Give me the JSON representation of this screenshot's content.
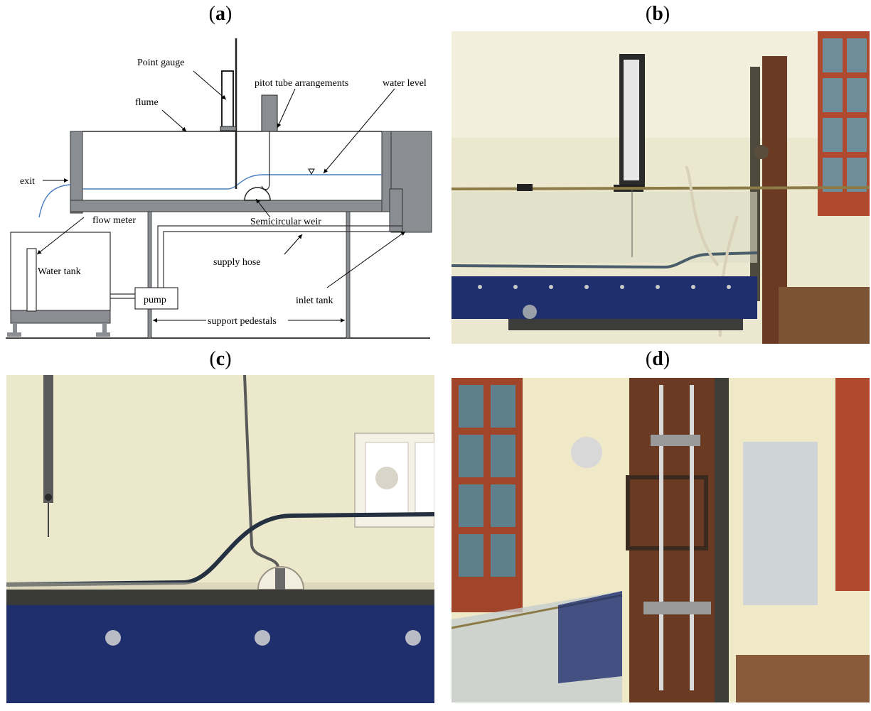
{
  "panels": {
    "a": {
      "label_open": "(",
      "label_letter": "a",
      "label_close": ")",
      "annotations": {
        "point_gauge": "Point gauge",
        "pitot_tube": "pitot tube arrangements",
        "water_level": "water level",
        "flume": "flume",
        "exit": "exit",
        "flow_meter": "flow meter",
        "water_tank": "Water tank",
        "semicircular_weir": "Semicircular weir",
        "supply_hose": "supply hose",
        "pump": "pump",
        "inlet_tank": "inlet tank",
        "support_pedestals": "support pedestals"
      }
    },
    "b": {
      "label_open": "(",
      "label_letter": "b",
      "label_close": ")"
    },
    "c": {
      "label_open": "(",
      "label_letter": "c",
      "label_close": ")"
    },
    "d": {
      "label_open": "(",
      "label_letter": "d",
      "label_close": ")"
    }
  },
  "colors": {
    "flume_wall": "#8a8d92",
    "water_line": "#4a7fc0",
    "photo_wall": "#ece8cf",
    "flume_frame": "#1f2f6e",
    "wood": "#6b3a22",
    "window_frame": "#a0442a"
  }
}
